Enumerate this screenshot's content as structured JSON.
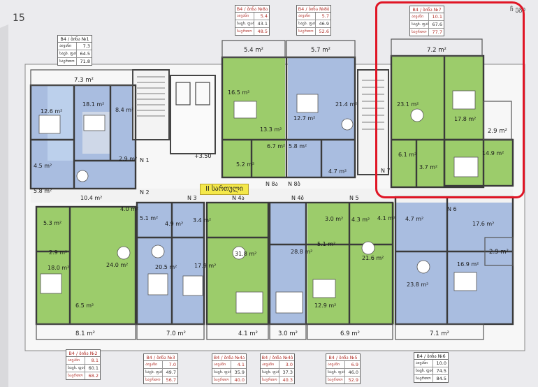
{
  "corridor_label": "II სართული",
  "level_mark": "+3.50",
  "handwriting": {
    "top_left": "15",
    "top_right": "ჩ ეგი"
  },
  "colors": {
    "green_unit": "#9ccc6b",
    "blue_unit": "#a9bde0",
    "wall": "#3a3a3a",
    "highlight": "#e01525",
    "corridor": "#f4e84a"
  },
  "unit_labels": {
    "n1": "N 1",
    "n2": "N 2",
    "n3": "N 3",
    "n4a": "N 4ა",
    "n4b": "N 4ბ",
    "n5": "N 5",
    "n6": "N 6",
    "n7": "N 7",
    "n8a": "N 8ა",
    "n8b": "N 8ბ"
  },
  "legends": {
    "apt1": {
      "header": "B4 / ბინა №1",
      "rows": [
        {
          "k": "აივანი",
          "v": "7.3"
        },
        {
          "k": "საცხ. ფართი",
          "v": "64.5"
        },
        {
          "k": "საერთო",
          "v": "71.8"
        }
      ]
    },
    "apt8a": {
      "header": "B4 / ბინა №8ა",
      "rows": [
        {
          "k": "აივანი",
          "v": "5.4"
        },
        {
          "k": "საცხ. ფართი",
          "v": "43.1"
        },
        {
          "k": "საერთო",
          "v": "48.5"
        }
      ]
    },
    "apt8b": {
      "header": "B4 / ბინა №8ბ",
      "rows": [
        {
          "k": "აივანი",
          "v": "5.7"
        },
        {
          "k": "საცხ. ფართი",
          "v": "46.9"
        },
        {
          "k": "საერთო",
          "v": "52.6"
        }
      ]
    },
    "apt7": {
      "header": "B4 / ბინა №7",
      "rows": [
        {
          "k": "აივანი",
          "v": "10.1"
        },
        {
          "k": "საცხ. ფართი",
          "v": "67.6"
        },
        {
          "k": "საერთო",
          "v": "77.7"
        }
      ]
    },
    "apt2": {
      "header": "B4 / ბინა №2",
      "rows": [
        {
          "k": "აივანი",
          "v": "8.1"
        },
        {
          "k": "საცხ. ფართი",
          "v": "60.1"
        },
        {
          "k": "საერთო",
          "v": "68.2"
        }
      ]
    },
    "apt3": {
      "header": "B4 / ბინა №3",
      "rows": [
        {
          "k": "აივანი",
          "v": "7.0"
        },
        {
          "k": "საცხ. ფართი",
          "v": "49.7"
        },
        {
          "k": "საერთო",
          "v": "56.7"
        }
      ]
    },
    "apt4a": {
      "header": "B4 / ბინა №4ა",
      "rows": [
        {
          "k": "აივანი",
          "v": "4.1"
        },
        {
          "k": "საცხ. ფართი",
          "v": "35.9"
        },
        {
          "k": "საერთო",
          "v": "40.0"
        }
      ]
    },
    "apt4b": {
      "header": "B4 / ბინა №4ბ",
      "rows": [
        {
          "k": "აივანი",
          "v": "3.0"
        },
        {
          "k": "საცხ. ფართი",
          "v": "37.3"
        },
        {
          "k": "საერთო",
          "v": "40.3"
        }
      ]
    },
    "apt5": {
      "header": "B4 / ბინა №5",
      "rows": [
        {
          "k": "აივანი",
          "v": "6.9"
        },
        {
          "k": "საცხ. ფართი",
          "v": "46.0"
        },
        {
          "k": "საერთო",
          "v": "52.9"
        }
      ]
    },
    "apt6": {
      "header": "B4 / ბინა №6",
      "rows": [
        {
          "k": "აივანი",
          "v": "10.0"
        },
        {
          "k": "საცხ. ფართი",
          "v": "74.5"
        },
        {
          "k": "საერთო",
          "v": "84.5"
        }
      ]
    }
  },
  "balconies": {
    "b1": "7.3 m²",
    "b8a": "5.4 m²",
    "b8b": "5.7 m²",
    "b7": "7.2 m²",
    "b7side": "2.9 m²",
    "b2": "8.1 m²",
    "b3": "7.0 m²",
    "b4a": "4.1 m²",
    "b4b": "3.0 m²",
    "b5": "6.9 m²",
    "b6": "7.1 m²",
    "b6side": "2.9 m²"
  },
  "rooms": {
    "r1a": "12.6 m²",
    "r1b": "18.1 m²",
    "r1c": "8.4 m²",
    "r1d": "4.5 m²",
    "r1e": "2.9 m²",
    "r1f": "5.8 m²",
    "r1g": "10.4 m²",
    "r1h": "4.0 m²",
    "r8a1": "16.5 m²",
    "r8a2": "13.3 m²",
    "r8a3": "6.7 m²",
    "r8a4": "5.2 m²",
    "r8b1": "12.7 m²",
    "r8b2": "21.4 m²",
    "r8b3": "5.8 m²",
    "r8b4": "4.7 m²",
    "r7a": "23.1 m²",
    "r7b": "17.8 m²",
    "r7c": "6.1 m²",
    "r7d": "3.7 m²",
    "r7e": "14.9 m²",
    "r2a": "5.3 m²",
    "r2b": "2.9 m²",
    "r2c": "18.0 m²",
    "r2d": "24.0 m²",
    "r2e": "6.5 m²",
    "r3a": "5.1 m²",
    "r3b": "4.9 m²",
    "r3c": "20.5 m²",
    "r3d": "17.9 m²",
    "r4a1": "3.4 m²",
    "r4a2": "31.8 m²",
    "r4b1": "3.0 m²",
    "r4b2": "28.8 m²",
    "r4b3": "5.1 m²",
    "r5a": "4.3 m²",
    "r5b": "4.1 m²",
    "r5c": "21.6 m²",
    "r5d": "12.9 m²",
    "r6a": "4.7 m²",
    "r6b": "17.6 m²",
    "r6c": "23.8 m²",
    "r6d": "16.9 m²"
  }
}
